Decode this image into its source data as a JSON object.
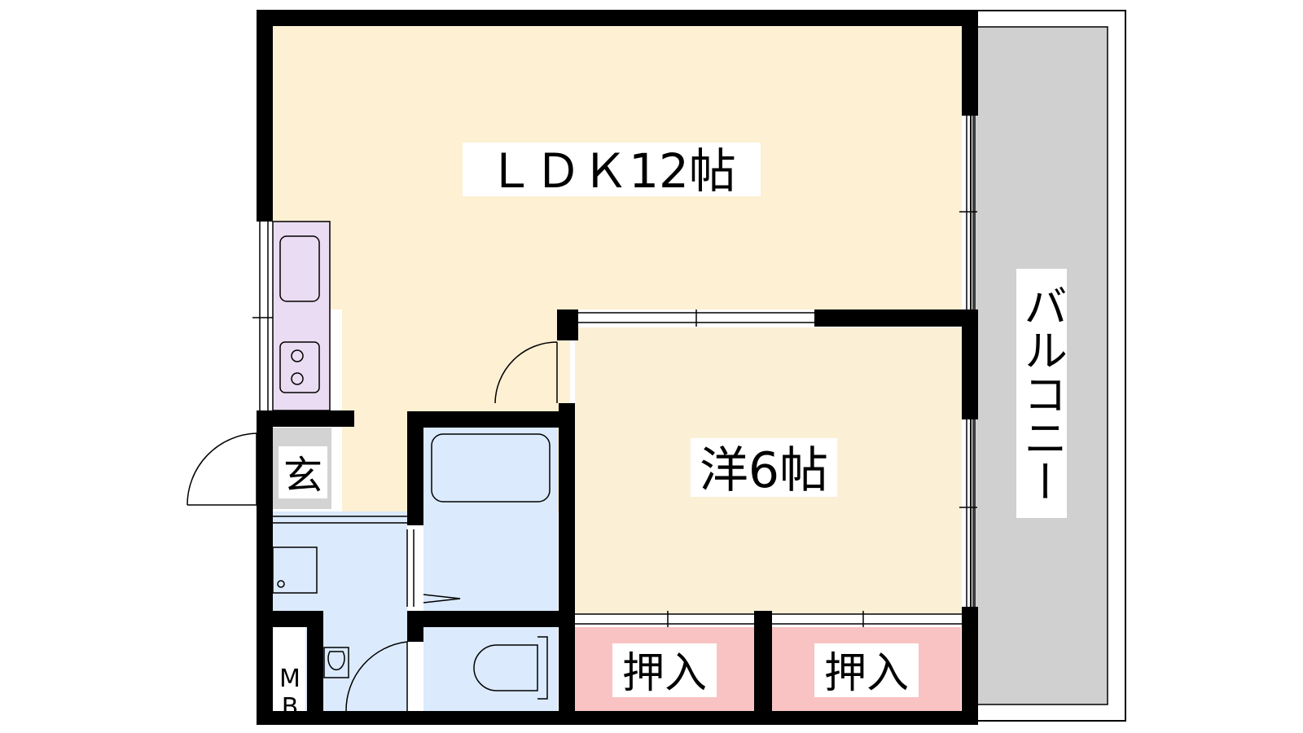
{
  "rooms": {
    "ldk": "ＬＤＫ12帖",
    "western": "洋6帖",
    "entrance": "玄",
    "closet_left": "押入",
    "closet_right": "押入",
    "meter_box": "MB",
    "balcony": "バルコニー"
  },
  "colors": {
    "ldk": "#fdf0d3",
    "western": "#fbf0d6",
    "kitchen": "#eadcf2",
    "wet_area": "#dbeafc",
    "closet": "#f9c3c3",
    "entrance": "#d3d3d3",
    "balcony": "#d0d0d0",
    "wall": "#000000"
  }
}
